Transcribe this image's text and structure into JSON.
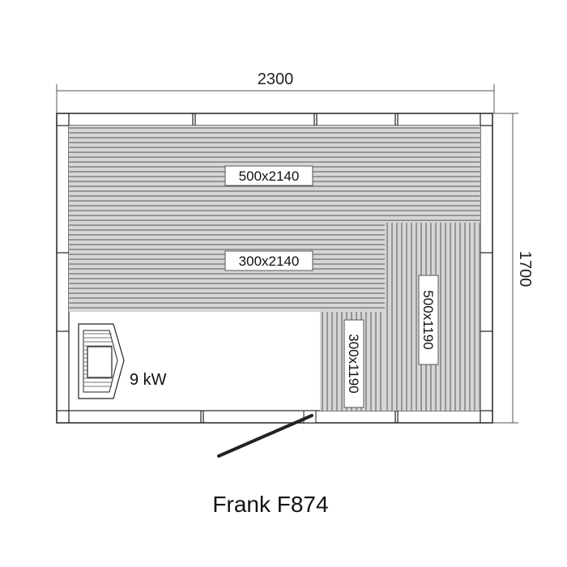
{
  "dimensions": {
    "width_label": "2300",
    "depth_label": "1700"
  },
  "benches": [
    {
      "label": "500x2140",
      "orientation": "horizontal"
    },
    {
      "label": "300x2140",
      "orientation": "horizontal"
    },
    {
      "label": "500x1190",
      "orientation": "vertical"
    },
    {
      "label": "300x1190",
      "orientation": "vertical"
    }
  ],
  "heater": {
    "power_label": "9 kW"
  },
  "model": {
    "name": "Frank F874"
  }
}
